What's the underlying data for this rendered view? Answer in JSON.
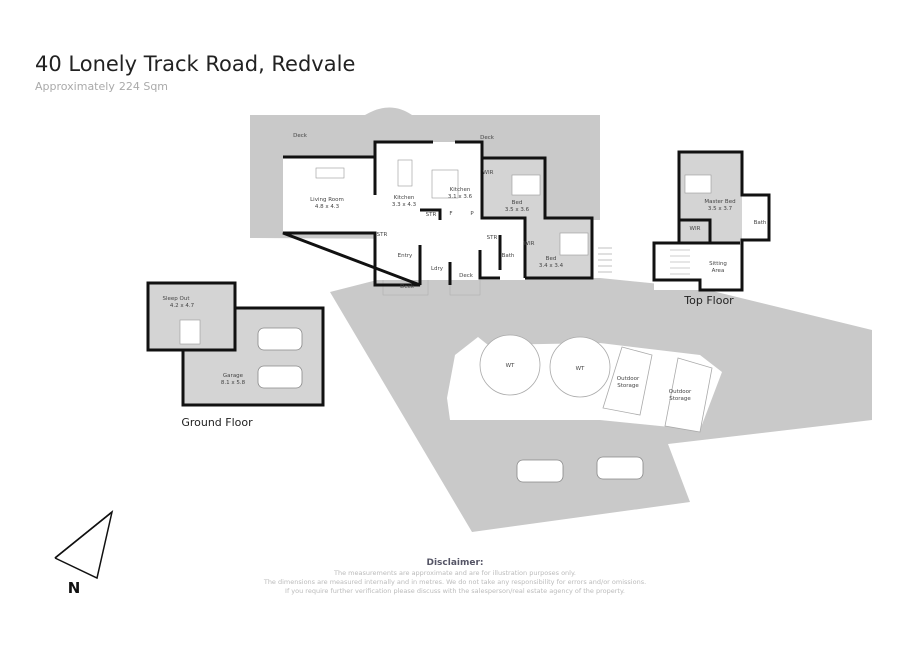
{
  "header": {
    "title": "40 Lonely Track Road, Redvale",
    "subtitle_prefix": "Approximately",
    "area": "224 Sqm"
  },
  "colors": {
    "site": "#c9c9c9",
    "room_gray": "#d4d4d4",
    "wall": "#111111",
    "disclaimer_heading": "#556677"
  },
  "floors": {
    "ground": "Ground Floor",
    "top": "Top Floor"
  },
  "rooms": {
    "deck1": "Deck",
    "deck2": "Deck",
    "deck3": "Deck",
    "deck4": "Deck",
    "living": {
      "name": "Living Room",
      "dims": "4.8 x 4.3"
    },
    "dining_kitchen": {
      "name": "Kitchen",
      "dims": "3.3 x 4.3"
    },
    "kitchen": {
      "name": "Kitchen",
      "dims": "3.1 x 3.6"
    },
    "bed1": {
      "name": "Bed",
      "dims": "3.5 x 3.6"
    },
    "bed2": {
      "name": "Bed",
      "dims": "3.4 x 3.4"
    },
    "str1": "STR",
    "str2": "STR",
    "str3": "STR",
    "wir1": "WIR",
    "wir2": "WIR",
    "wir_top": "WIR",
    "entry": "Entry",
    "ldry": "Ldry",
    "bath": "Bath",
    "f": "F",
    "p": "P",
    "master": {
      "name": "Master Bed",
      "dims": "3.5 x 3.7"
    },
    "bath_top": "Bath",
    "sitting": {
      "name": "Sitting",
      "name2": "Area"
    },
    "sleepout": {
      "name": "Sleep Out",
      "dims": "4.2 x 4.7"
    },
    "garage": {
      "name": "Garage",
      "dims": "8.1 x 5.8"
    },
    "wt1": "WT",
    "wt2": "WT",
    "storage1": {
      "l1": "Outdoor",
      "l2": "Storage"
    },
    "storage2": {
      "l1": "Outdoor",
      "l2": "Storage"
    }
  },
  "compass": {
    "label": "N"
  },
  "disclaimer": {
    "heading": "Disclaimer:",
    "line1": "The measurements are approximate and are for illustration purposes only.",
    "line2": "The dimensions are measured internally and in metres. We do not take any responsibility for errors and/or omissions.",
    "line3": "If you require further verification please discuss with the salesperson/real estate agency of the property."
  }
}
